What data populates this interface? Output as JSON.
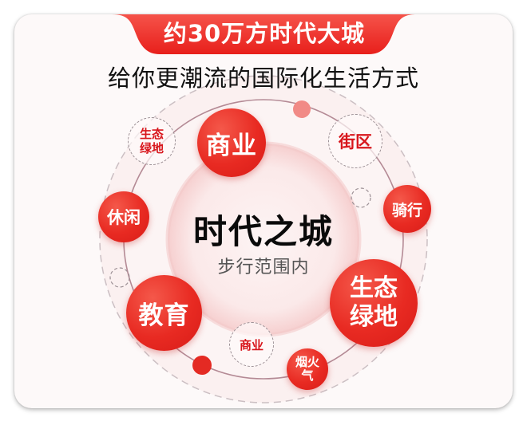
{
  "banner": {
    "title": "约30万方时代大城",
    "color": "#ee2b24"
  },
  "subtitle": "给你更潮流的国际化生活方式",
  "center": {
    "title": "时代之城",
    "subtitle": "步行范围内"
  },
  "bubbles": {
    "commerce_main": "商业",
    "eco_small": "生态绿地",
    "street": "街区",
    "leisure": "休闲",
    "cycling": "骑行",
    "education": "教育",
    "eco_large": "生态绿地",
    "commerce_small": "商业",
    "vibe": "烟火气"
  },
  "colors": {
    "accent_red": "#e82a22",
    "ring_solid": "#b48a95",
    "ring_dashed": "#c9bcc0",
    "inner_circle": "#fbe4e4",
    "card_bg": "#fdf9f9"
  }
}
